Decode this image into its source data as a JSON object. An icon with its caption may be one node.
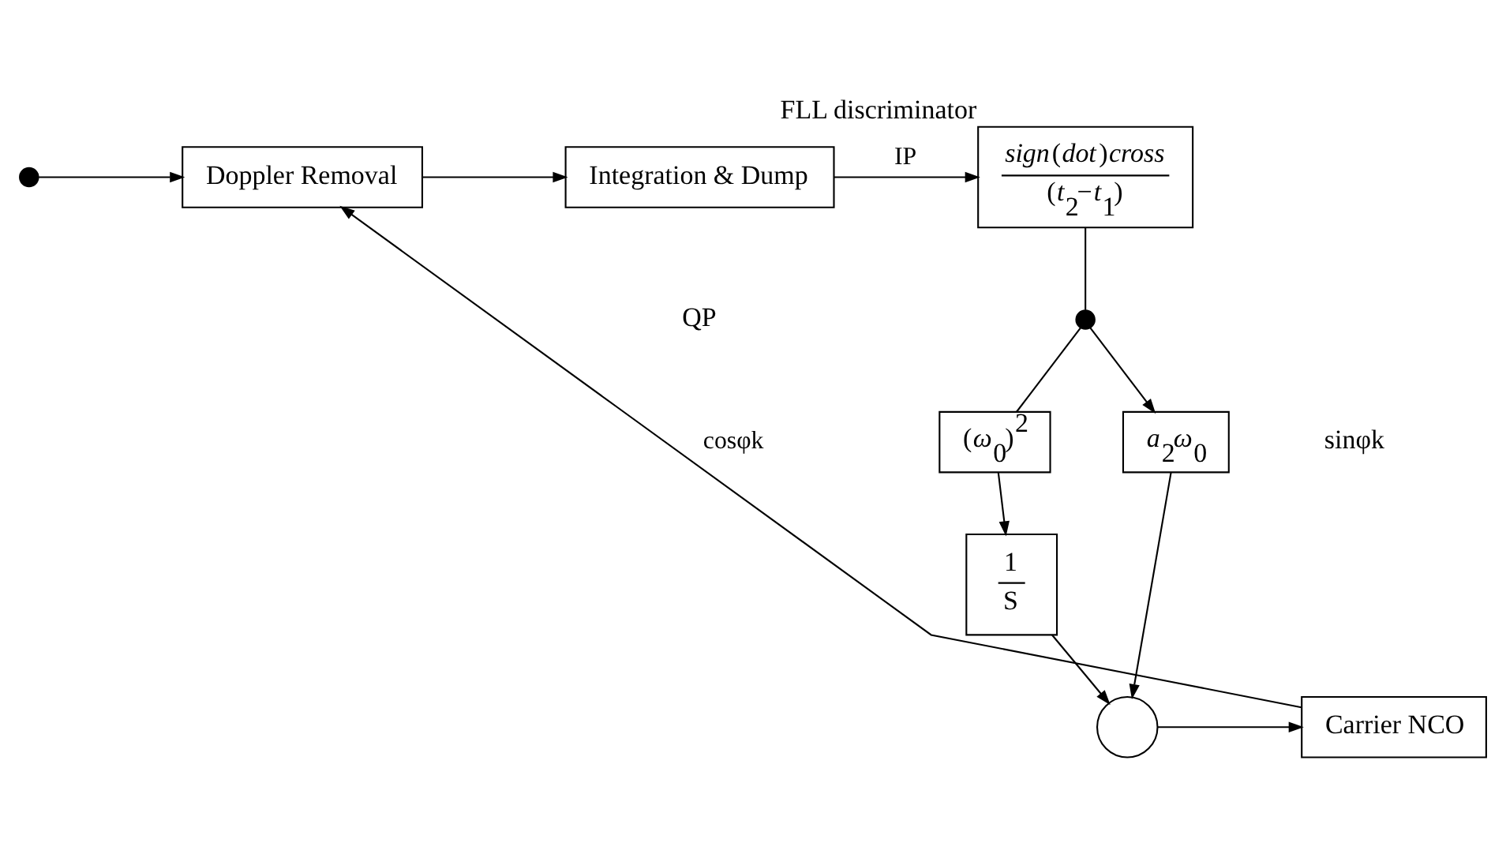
{
  "diagram": {
    "nodes": [
      {
        "text": [],
        "shape": "circle"
      },
      {
        "text": [
          "Doppler Removal"
        ]
      },
      {
        "text": [
          "Integration & Dump"
        ]
      },
      {
        "text": [
          "*sign*(*dot*)*cross*",
          "(*t*$_{2}$−*t*$_{1}$)"
        ],
        "beside": [
          "FLL discriminator"
        ]
      },
      {
        "text": [],
        "shape": "circle"
      },
      {
        "text": [
          "*a*$_{2}$*ω*$_{0}$"
        ]
      },
      {
        "text": [
          "(*ω*$_{0}$)$^{2}$"
        ]
      },
      {
        "text": [
          "1",
          "S"
        ]
      },
      {
        "text": [],
        "shape": "circle"
      },
      {
        "text": [
          "Carrier NCO"
        ]
      }
    ],
    "edges": [
      {
        "from": 0,
        "to": 1,
        "arrow": "to"
      },
      {
        "from": 1,
        "to": 2,
        "arrow": "to"
      },
      {
        "from": 2,
        "to": 3,
        "arrow": "to",
        "label": "IP"
      },
      {
        "from": 3,
        "to": 4,
        "arrow": "none"
      },
      {
        "from": 4,
        "to": 5,
        "arrow": "to"
      },
      {
        "from": 4,
        "to": 6,
        "arrow": "none"
      },
      {
        "from": 6,
        "to": 7,
        "arrow": "to"
      },
      {
        "from": 7,
        "to": 8,
        "arrow": "to"
      },
      {
        "from": 5,
        "to": 8,
        "arrow": "to"
      },
      {
        "from": 8,
        "to": 9,
        "arrow": "to"
      },
      {
        "from": 9,
        "to": 1,
        "arrow": "to",
        "label": "cosφk"
      }
    ],
    "labels": [
      "QP",
      "sinφk"
    ]
  }
}
